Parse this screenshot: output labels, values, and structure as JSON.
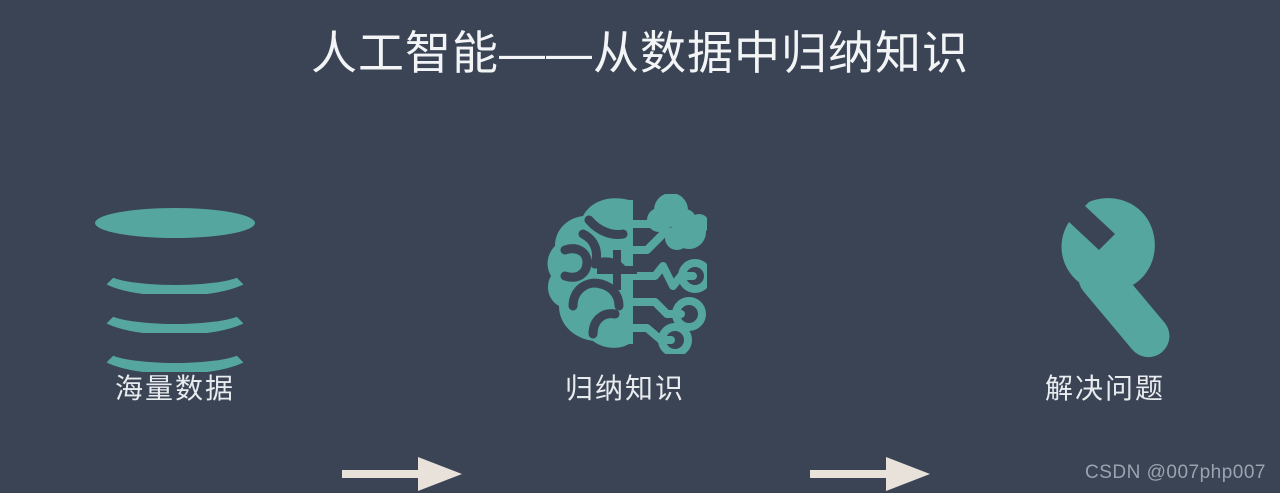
{
  "slide": {
    "background_color": "#3a4454",
    "accent_color": "#55a69f",
    "arrow_color": "#e8e2da",
    "title_color": "#f2f4f6",
    "label_color": "#e9ecef",
    "title": "人工智能——从数据中归纳知识"
  },
  "flow": {
    "stages": [
      {
        "id": "data",
        "label": "海量数据",
        "icon": "database-icon"
      },
      {
        "id": "brain",
        "label": "归纳知识",
        "icon": "ai-brain-circuit-icon"
      },
      {
        "id": "tool",
        "label": "解决问题",
        "icon": "wrench-icon"
      }
    ],
    "connectors": [
      {
        "id": "arrow-1",
        "icon": "arrow-right-icon"
      },
      {
        "id": "arrow-2",
        "icon": "arrow-right-icon"
      }
    ]
  },
  "watermark": {
    "text": "CSDN @007php007"
  }
}
